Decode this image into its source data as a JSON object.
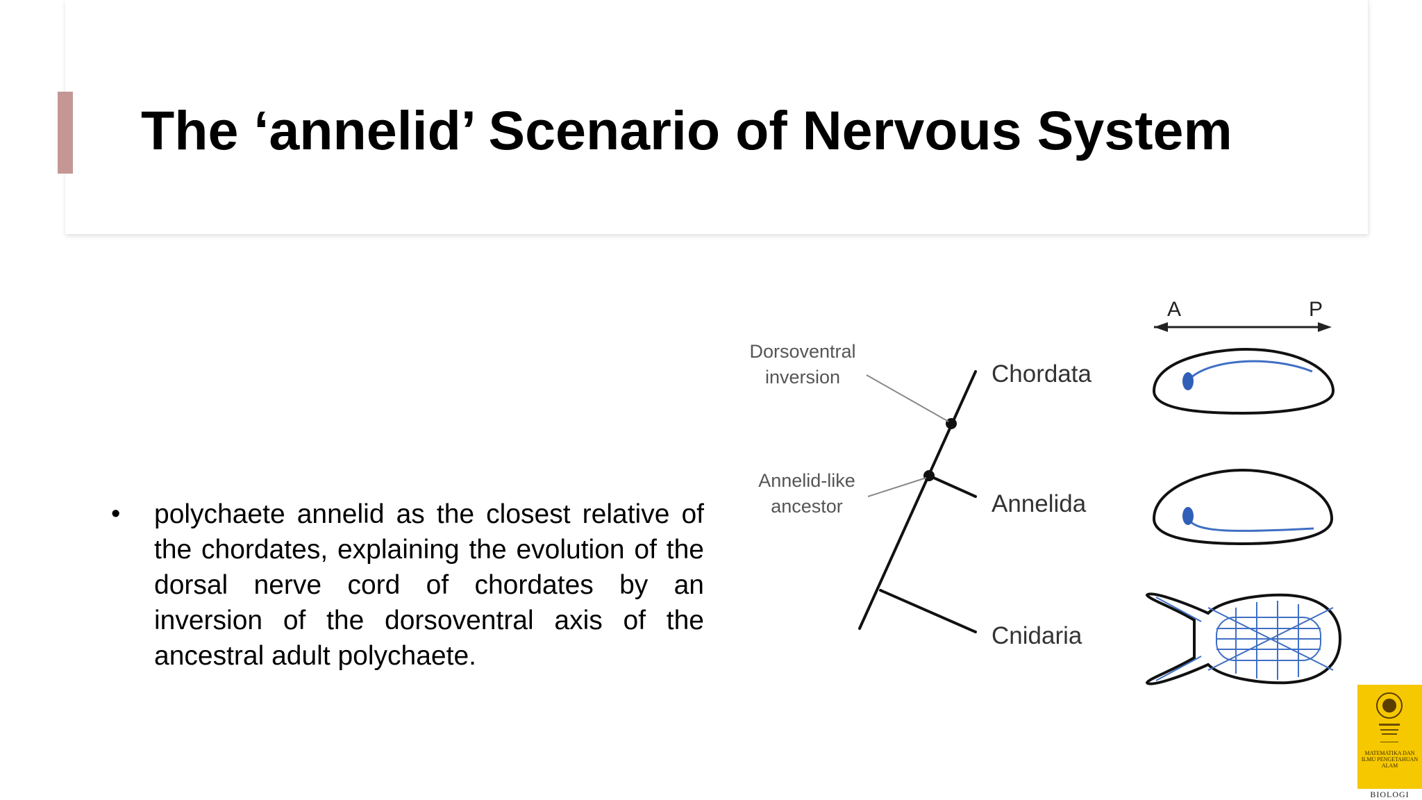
{
  "slide": {
    "title": "The ‘annelid’ Scenario of Nervous System",
    "bullet_char": "•",
    "bullet_text": "polychaete annelid as the closest relative of the chordates, explaining the evolution of the dorsal nerve cord of chordates by an inversion of the dorsoventral axis of the ancestral adult polychaete."
  },
  "diagram": {
    "axis_anterior": "A",
    "axis_posterior": "P",
    "node1_label_line1": "Dorsoventral",
    "node1_label_line2": "inversion",
    "node2_label_line1": "Annelid-like",
    "node2_label_line2": "ancestor",
    "taxa": [
      "Chordata",
      "Annelida",
      "Cnidaria"
    ],
    "nerve_color": "#3f6fc4"
  },
  "logo": {
    "faculty": "MATEMATIKA DAN ILMU PENGETAHUAN ALAM",
    "department": "BIOLOGI",
    "color": "#f6c800"
  }
}
